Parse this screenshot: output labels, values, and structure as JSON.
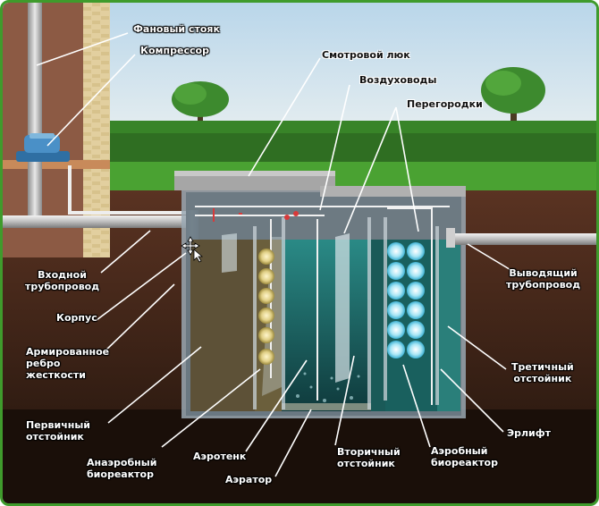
{
  "labels": {
    "fan_riser": "Фановый стояк",
    "compressor": "Компрессор",
    "manhole": "Смотровой люк",
    "air_ducts": "Воздуховоды",
    "partitions": "Перегородки",
    "inlet_pipe": "Входной\nтрубопровод",
    "outlet_pipe": "Выводящий\nтрубопровод",
    "body": "Корпус",
    "rib": "Армированное\nребро\nжесткости",
    "primary_settler": "Первичный\nотстойник",
    "anaerobic_bioreactor": "Анаэробный\nбиореактор",
    "aerotank": "Аэротенк",
    "aerator": "Аэратор",
    "secondary_settler": "Вторичный\nотстойник",
    "aerobic_bioreactor": "Аэробный\nбиореактор",
    "tertiary_settler": "Третичный\nотстойник",
    "airlift": "Эрлифт"
  },
  "colors": {
    "frame": "#3f9b2c",
    "sky": "#cfe3ee",
    "soil": "#3b2216",
    "grass": "#3f8f2a",
    "water": "#1f6f6a"
  },
  "icons": {
    "cursor": "move-cursor-icon"
  }
}
